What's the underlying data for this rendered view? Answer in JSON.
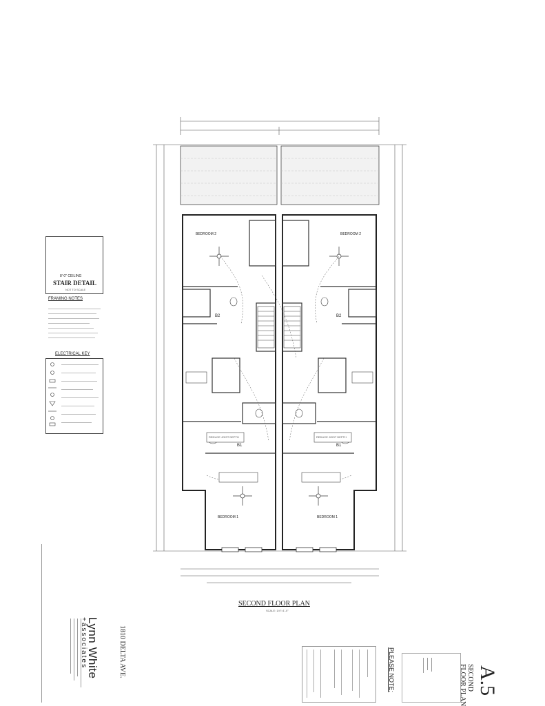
{
  "plan": {
    "title": "SECOND FLOOR PLAN",
    "scale": "SCALE: 1/4\"=1'-0\"",
    "rooms": {
      "bedroom2_left": "BEDROOM 2",
      "bedroom2_right": "BEDROOM 2",
      "bedroom1_left": "BEDROOM 1",
      "bedroom1_right": "BEDROOM 1",
      "bath_left": "B2",
      "bath_right": "B2",
      "bath1_left": "B1",
      "bath1_right": "B1"
    },
    "notes": {
      "reduce_left": "REDUCE JOIST DEPTH",
      "reduce_right": "REDUCE JOIST DEPTH"
    }
  },
  "stair_detail": {
    "caption": "8'-0\" CEILING",
    "title": "STAIR DETAIL",
    "scale": "NOT TO SCALE"
  },
  "framing_notes": {
    "heading": "FRAMING NOTES"
  },
  "electrical_key": {
    "heading": "ELECTRICAL KEY"
  },
  "title_block": {
    "address": "1810 DELTA AVE.",
    "firm_name": "Lynn White",
    "firm_sub": "+associates",
    "please_note": "PLEASE NOTE:",
    "sheet_title_1": "SECOND",
    "sheet_title_2": "FLOOR PLAN",
    "sheet_number": "A.5"
  }
}
